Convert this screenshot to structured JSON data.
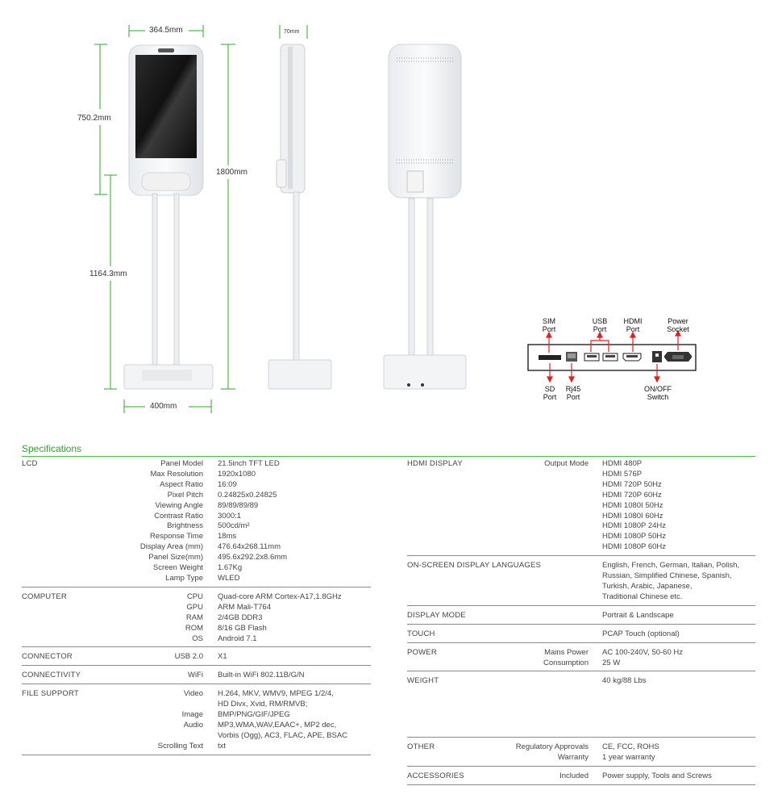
{
  "dimensions": {
    "front_width": "364.5mm",
    "depth": "70mm",
    "head_height": "750.2mm",
    "total_height": "1800mm",
    "pole_height": "1164.3mm",
    "base_width": "400mm"
  },
  "ports": {
    "top": [
      {
        "label": "SIM\nPort"
      },
      {
        "label": "USB\nPort"
      },
      {
        "label": "HDMI\nPort"
      },
      {
        "label": "Power\nSocket"
      }
    ],
    "bottom": [
      {
        "label": "SD\nPort"
      },
      {
        "label": "Rj45\nPort"
      },
      {
        "label": "ON/OFF\nSwitch"
      }
    ]
  },
  "spec_title": "Specifications",
  "accent_color": "#2aa82a",
  "left": [
    {
      "head": "LCD",
      "rows": [
        {
          "k": "Panel Model",
          "v": "21.5inch  TFT   LED"
        },
        {
          "k": "Max Resolution",
          "v": "1920x1080"
        },
        {
          "k": "Aspect Ratio",
          "v": "16:09"
        },
        {
          "k": "Pixel Pitch",
          "v": "0.24825x0.24825"
        },
        {
          "k": "Viewing Angle",
          "v": "89/89/89/89"
        },
        {
          "k": "Contrast Ratio",
          "v": "3000:1"
        },
        {
          "k": "Brightness",
          "v": "500cd/m²"
        },
        {
          "k": "Response Time",
          "v": "18ms"
        },
        {
          "k": "Display Area (mm)",
          "v": "476.64x268.11mm"
        },
        {
          "k": "Panel Size(mm)",
          "v": "495.6x292.2x8.6mm"
        },
        {
          "k": "Screen Weight",
          "v": "1.67Kg"
        },
        {
          "k": "Lamp Type",
          "v": "WLED"
        }
      ]
    },
    {
      "head": "COMPUTER",
      "rows": [
        {
          "k": "CPU",
          "v": "Quad-core ARM Cortex-A17,1.8GHz"
        },
        {
          "k": "GPU",
          "v": "ARM Mali-T764"
        },
        {
          "k": "RAM",
          "v": "2/4GB DDR3"
        },
        {
          "k": "ROM",
          "v": "8/16 GB Flash"
        },
        {
          "k": "OS",
          "v": "Android 7.1"
        }
      ]
    },
    {
      "head": "CONNECTOR",
      "rows": [
        {
          "k": "USB 2.0",
          "v": "X1"
        }
      ]
    },
    {
      "head": "CONNECTIVITY",
      "rows": [
        {
          "k": "WiFi",
          "v": "Built-in WiFi 802.11B/G/N"
        }
      ]
    },
    {
      "head": "FILE SUPPORT",
      "rows": [
        {
          "k": "Video",
          "v": "H.264, MKV, WMV9, MPEG 1/2/4,"
        },
        {
          "k": "",
          "v": "HD Divx, Xvid, RM/RMVB;"
        },
        {
          "k": "Image",
          "v": "BMP/PNG/GIF/JPEG"
        },
        {
          "k": "Audio",
          "v": "MP3,WMA,WAV,EAAC+, MP2 dec,"
        },
        {
          "k": "",
          "v": "Vorbis (Ogg), AC3, FLAC, APE, BSAC"
        },
        {
          "k": "Scrolling Text",
          "v": "txt"
        }
      ]
    }
  ],
  "right": [
    {
      "head": "HDMI DISPLAY",
      "rows": [
        {
          "k": "Output Mode",
          "v": "HDMI 480P"
        },
        {
          "k": "",
          "v": "HDMI 576P"
        },
        {
          "k": "",
          "v": "HDMI 720P 50Hz"
        },
        {
          "k": "",
          "v": "HDMI 720P 60Hz"
        },
        {
          "k": "",
          "v": "HDMI 1080I 50Hz"
        },
        {
          "k": "",
          "v": "HDMI 1080I 60Hz"
        },
        {
          "k": "",
          "v": "HDMI 1080P 24Hz"
        },
        {
          "k": "",
          "v": "HDMI 1080P 50Hz"
        },
        {
          "k": "",
          "v": "HDMI 1080P 60Hz"
        }
      ]
    },
    {
      "head": "ON-SCREEN DISPLAY LANGUAGES",
      "rows": [
        {
          "k": "",
          "v": "English, French, German, Italian, Polish,"
        },
        {
          "k": "",
          "v": "Russian, Simplified Chinese, Spanish,"
        },
        {
          "k": "",
          "v": "Turkish, Arabic, Japanese,"
        },
        {
          "k": "",
          "v": "Traditional Chinese etc."
        }
      ]
    },
    {
      "head": "DISPLAY MODE",
      "rows": [
        {
          "k": "",
          "v": "Portrait & Landscape"
        }
      ]
    },
    {
      "head": "TOUCH",
      "rows": [
        {
          "k": "",
          "v": "PCAP Touch (optional)"
        }
      ]
    },
    {
      "head": "POWER",
      "rows": [
        {
          "k": "Mains Power",
          "v": "AC 100-240V, 50-60 Hz"
        },
        {
          "k": "Consumption",
          "v": "25 W"
        }
      ]
    },
    {
      "head": "WEIGHT",
      "rows": [
        {
          "k": "",
          "v": "40 kg/88 Lbs"
        }
      ]
    },
    {
      "head": "OTHER",
      "rows": [
        {
          "k": "Regulatory Approvals",
          "v": "CE, FCC, ROHS"
        },
        {
          "k": "Warranty",
          "v": "1 year warranty"
        }
      ]
    },
    {
      "head": "ACCESSORIES",
      "rows": [
        {
          "k": "Included",
          "v": "Power supply, Tools and Screws"
        }
      ]
    }
  ]
}
